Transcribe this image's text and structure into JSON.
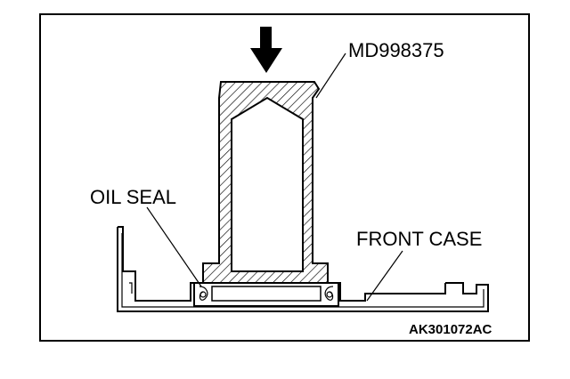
{
  "labels": {
    "tool": "MD998375",
    "oil_seal": "OIL SEAL",
    "front_case": "FRONT CASE",
    "figure_ref": "AK301072AC"
  },
  "icons": {
    "press_direction": "down-arrow-icon"
  },
  "colors": {
    "line": "#000000",
    "background": "#ffffff"
  }
}
